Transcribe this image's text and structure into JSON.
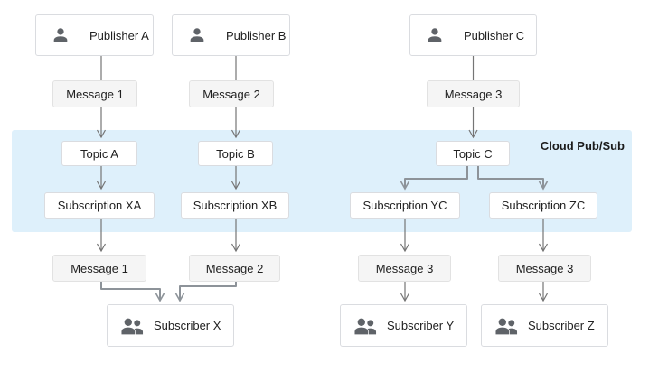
{
  "diagram": {
    "region_label": "Cloud Pub/Sub",
    "publishers": [
      {
        "label": "Publisher A",
        "icon": "person-icon"
      },
      {
        "label": "Publisher B",
        "icon": "person-icon"
      },
      {
        "label": "Publisher C",
        "icon": "person-icon"
      }
    ],
    "upper_messages": [
      "Message 1",
      "Message 2",
      "Message 3"
    ],
    "topics": [
      "Topic A",
      "Topic B",
      "Topic C"
    ],
    "subscriptions": [
      "Subscription XA",
      "Subscription XB",
      "Subscription YC",
      "Subscription ZC"
    ],
    "lower_messages": [
      "Message 1",
      "Message 2",
      "Message 3",
      "Message 3"
    ],
    "subscribers": [
      {
        "label": "Subscriber X",
        "icon": "people-icon"
      },
      {
        "label": "Subscriber Y",
        "icon": "people-icon"
      },
      {
        "label": "Subscriber Z",
        "icon": "people-icon"
      }
    ],
    "colors": {
      "band": "#def0fb",
      "line": "#757575",
      "elbow": "#8d9399",
      "card-border": "#dadce0",
      "msg-bg": "#f5f5f5",
      "msg-border": "#e2e2e2",
      "text": "#212121",
      "icon": "#5f6368"
    }
  }
}
